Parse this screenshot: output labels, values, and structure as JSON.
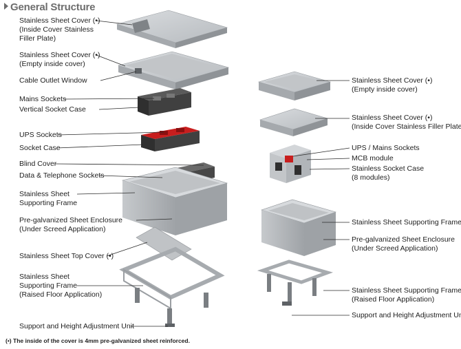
{
  "title": "General Structure",
  "left_labels": [
    "Stainless Sheet Cover (•)",
    "(Inside Cover Stainless",
    "Filler Plate)",
    "Stainless Sheet Cover (•)",
    "(Empty inside cover)",
    "Cable Outlet Window",
    "Mains Sockets",
    "Vertical Socket Case",
    "UPS Sockets",
    "Socket Case",
    "Blind Cover",
    "Data & Telephone Sockets",
    "Stainless Sheet",
    "Supporting Frame",
    "Pre-galvanized Sheet Enclosure",
    "(Under Screed Application)",
    "Stainless Sheet Top Cover (•)",
    "Stainless Sheet",
    "Supporting Frame",
    "(Raised Floor Application)",
    "Support and Height Adjustment Unit"
  ],
  "right_labels": [
    "Stainless Sheet Cover (•)",
    "(Empty inside cover)",
    "Stainless Sheet Cover (•)",
    "(Inside Cover Stainless Filler Plate)",
    "UPS / Mains Sockets",
    "MCB module",
    "Stainless Socket Case",
    "(8 modules)",
    "Stainless Sheet Supporting Frame",
    "Pre-galvanized Sheet Enclosure",
    "(Under Screed Application)",
    "Stainless Sheet Supporting Frame",
    "(Raised Floor Application)",
    "Support and Height Adjustment Unit"
  ],
  "footnote": "(•) The inside of the cover is 4mm pre-galvanized sheet reinforced.",
  "colors": {
    "title": "#6d6d6d",
    "steel": "#c9cccf",
    "dark_case": "#3a3a3a",
    "red_socket": "#c81e1e",
    "galvanized": "#b9bcbf"
  }
}
